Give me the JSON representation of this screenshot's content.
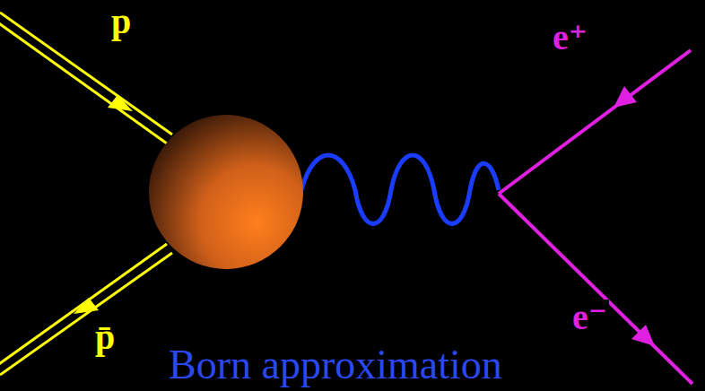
{
  "diagram": {
    "labels": [
      "p",
      "p̄",
      "e⁺",
      "e⁻",
      "Born approximation"
    ]
  }
}
